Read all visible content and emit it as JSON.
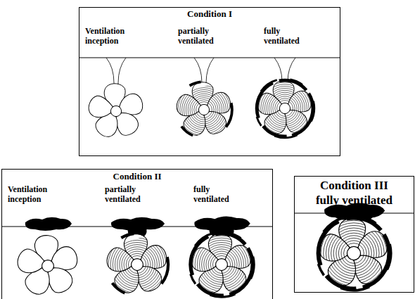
{
  "diagram": {
    "nodes": [
      {
        "text": [
          "Condition I",
          "Ventilation inception",
          "partially ventilated",
          "fully ventilated"
        ]
      },
      {
        "text": [
          "Condition II",
          "Ventilation inception",
          "partially ventilated",
          "fully ventilated"
        ]
      },
      {
        "text": [
          "Condition III",
          "fully ventilated"
        ]
      }
    ]
  }
}
